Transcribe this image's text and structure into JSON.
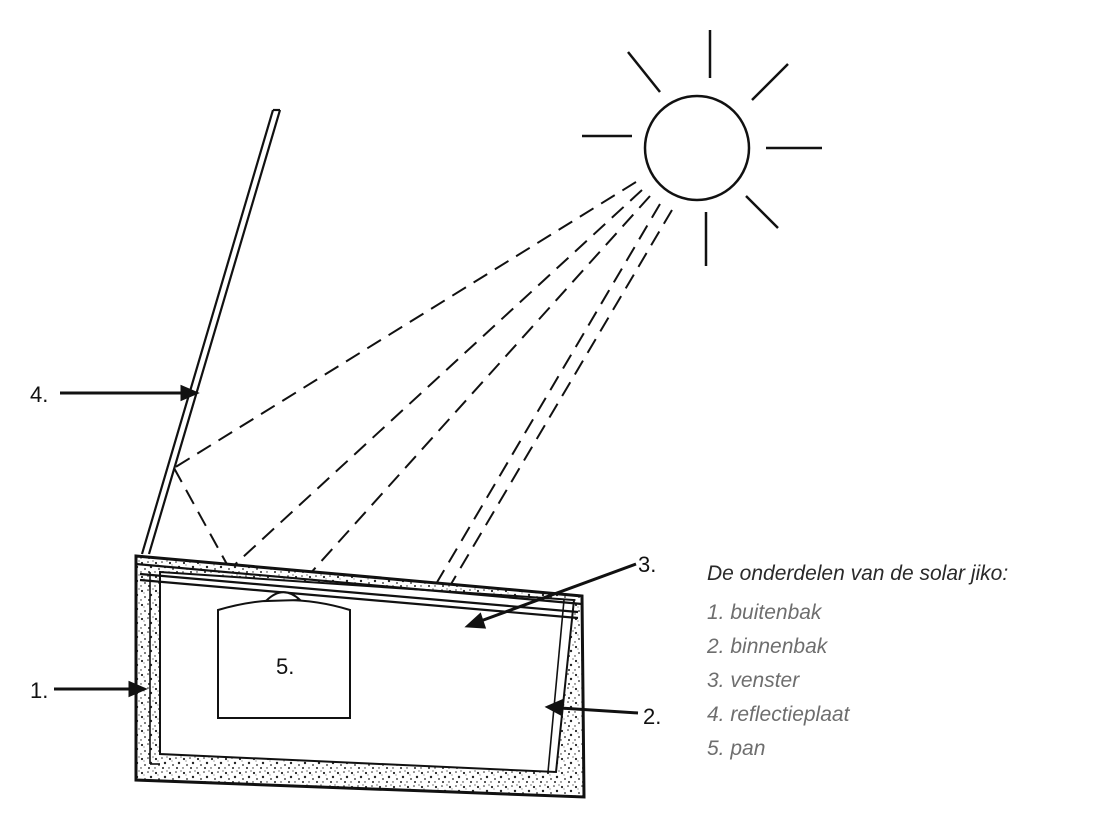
{
  "diagram": {
    "callouts": {
      "c1": "1.",
      "c2": "2.",
      "c3": "3.",
      "c4": "4.",
      "c5": "5."
    }
  },
  "legend": {
    "title": "De onderdelen van de solar jiko:",
    "items": [
      {
        "label": "1. buitenbak"
      },
      {
        "label": "2. binnenbak"
      },
      {
        "label": "3. venster"
      },
      {
        "label": "4. reflectieplaat"
      },
      {
        "label": "5. pan"
      }
    ]
  }
}
